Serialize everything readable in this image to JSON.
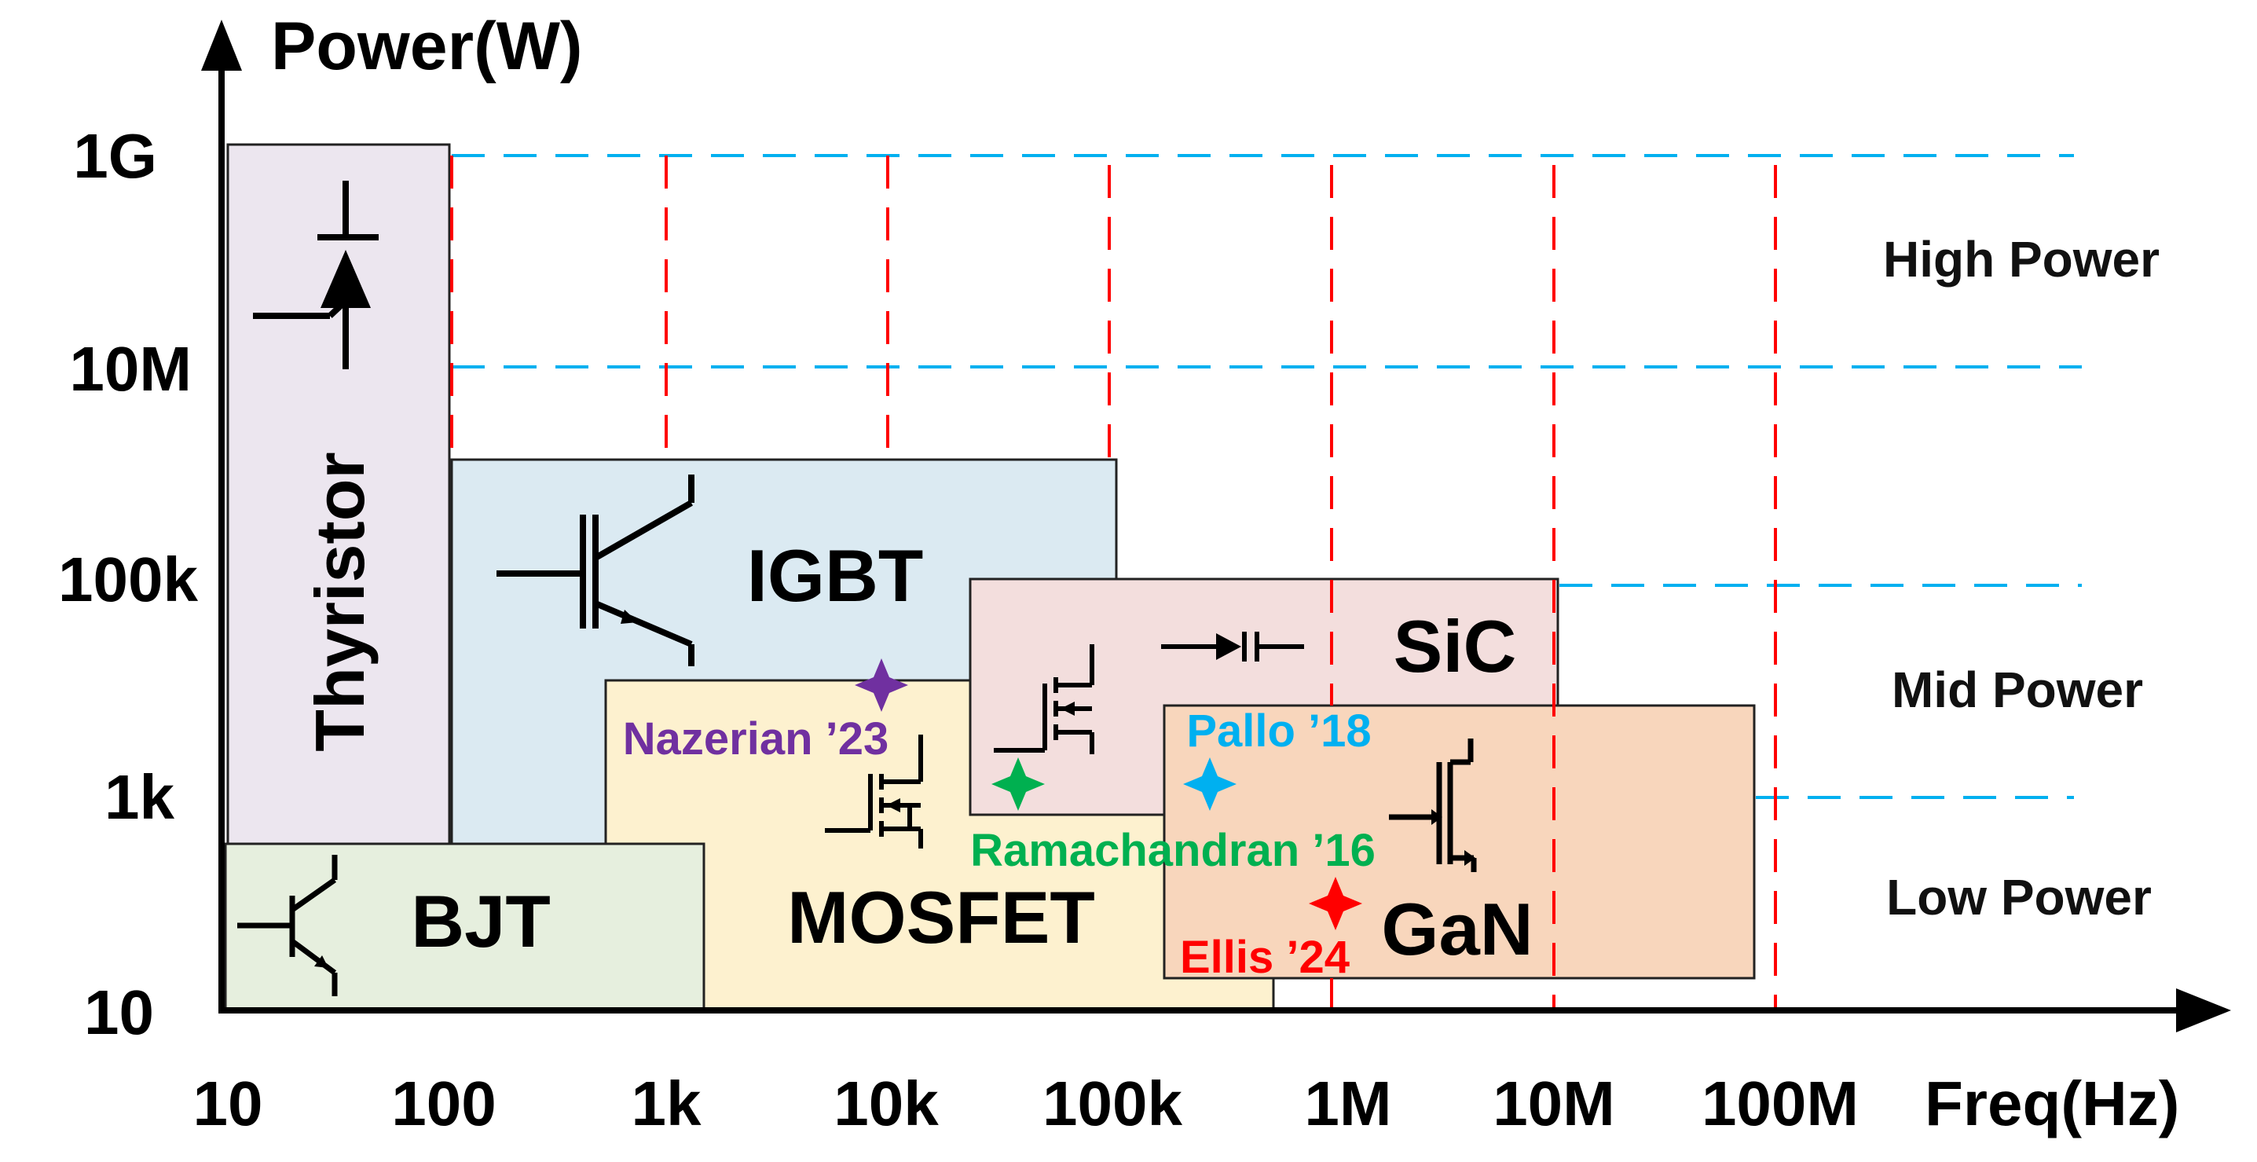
{
  "axes": {
    "y_title": "Power(W)",
    "x_title": "Freq(Hz)",
    "y_ticks": [
      "10",
      "1k",
      "100k",
      "10M",
      "1G"
    ],
    "x_ticks": [
      "10",
      "100",
      "1k",
      "10k",
      "100k",
      "1M",
      "10M",
      "100M"
    ]
  },
  "bands": {
    "high": "High Power",
    "mid": "Mid Power",
    "low": "Low Power"
  },
  "devices": {
    "thyristor": "Thyristor",
    "igbt": "IGBT",
    "bjt": "BJT",
    "mosfet": "MOSFET",
    "sic": "SiC",
    "gan": "GaN"
  },
  "references": [
    {
      "label": "Nazerian ’23",
      "color": "#7030a0"
    },
    {
      "label": "Ramachandran ’16",
      "color": "#00b050"
    },
    {
      "label": "Pallo ’18",
      "color": "#00b0f0"
    },
    {
      "label": "Ellis ’24",
      "color": "#ff0000"
    }
  ],
  "colors": {
    "thyristor_fill": "#ece6ef",
    "igbt_fill": "#dbeaf2",
    "bjt_fill": "#e6efde",
    "mosfet_fill": "#fdf1cf",
    "sic_fill": "#f3dedd",
    "gan_fill": "#f8d6bc",
    "red_grid": "#ff0000",
    "blue_grid": "#00b0f0"
  }
}
